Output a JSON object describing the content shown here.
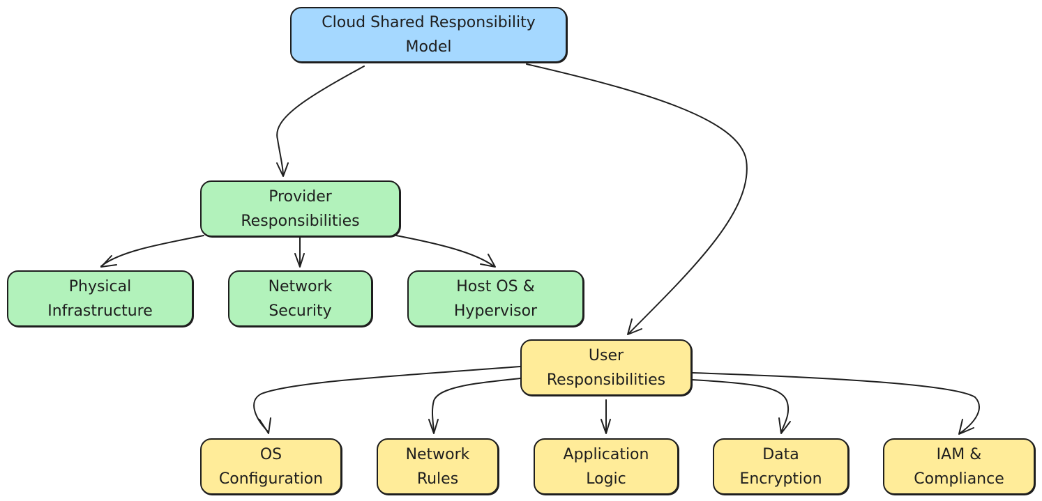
{
  "diagram": {
    "title": "Cloud Shared Responsibility Model",
    "colors": {
      "root": "#a5d8ff",
      "provider": "#b2f2bb",
      "user": "#ffec99",
      "stroke": "#1e1e1e"
    },
    "nodes": {
      "root": "Cloud Shared Responsibility\nModel",
      "provider": "Provider\nResponsibilities",
      "physical": "Physical\nInfrastructure",
      "network_security": "Network\nSecurity",
      "host_os": "Host OS &\nHypervisor",
      "user": "User\nResponsibilities",
      "os_config": "OS\nConfiguration",
      "network_rules": "Network\nRules",
      "app_logic": "Application\nLogic",
      "data_encryption": "Data\nEncryption",
      "iam": "IAM &\nCompliance"
    },
    "edges": [
      {
        "from": "root",
        "to": "provider"
      },
      {
        "from": "root",
        "to": "user"
      },
      {
        "from": "provider",
        "to": "physical"
      },
      {
        "from": "provider",
        "to": "network_security"
      },
      {
        "from": "provider",
        "to": "host_os"
      },
      {
        "from": "user",
        "to": "os_config"
      },
      {
        "from": "user",
        "to": "network_rules"
      },
      {
        "from": "user",
        "to": "app_logic"
      },
      {
        "from": "user",
        "to": "data_encryption"
      },
      {
        "from": "user",
        "to": "iam"
      }
    ]
  }
}
